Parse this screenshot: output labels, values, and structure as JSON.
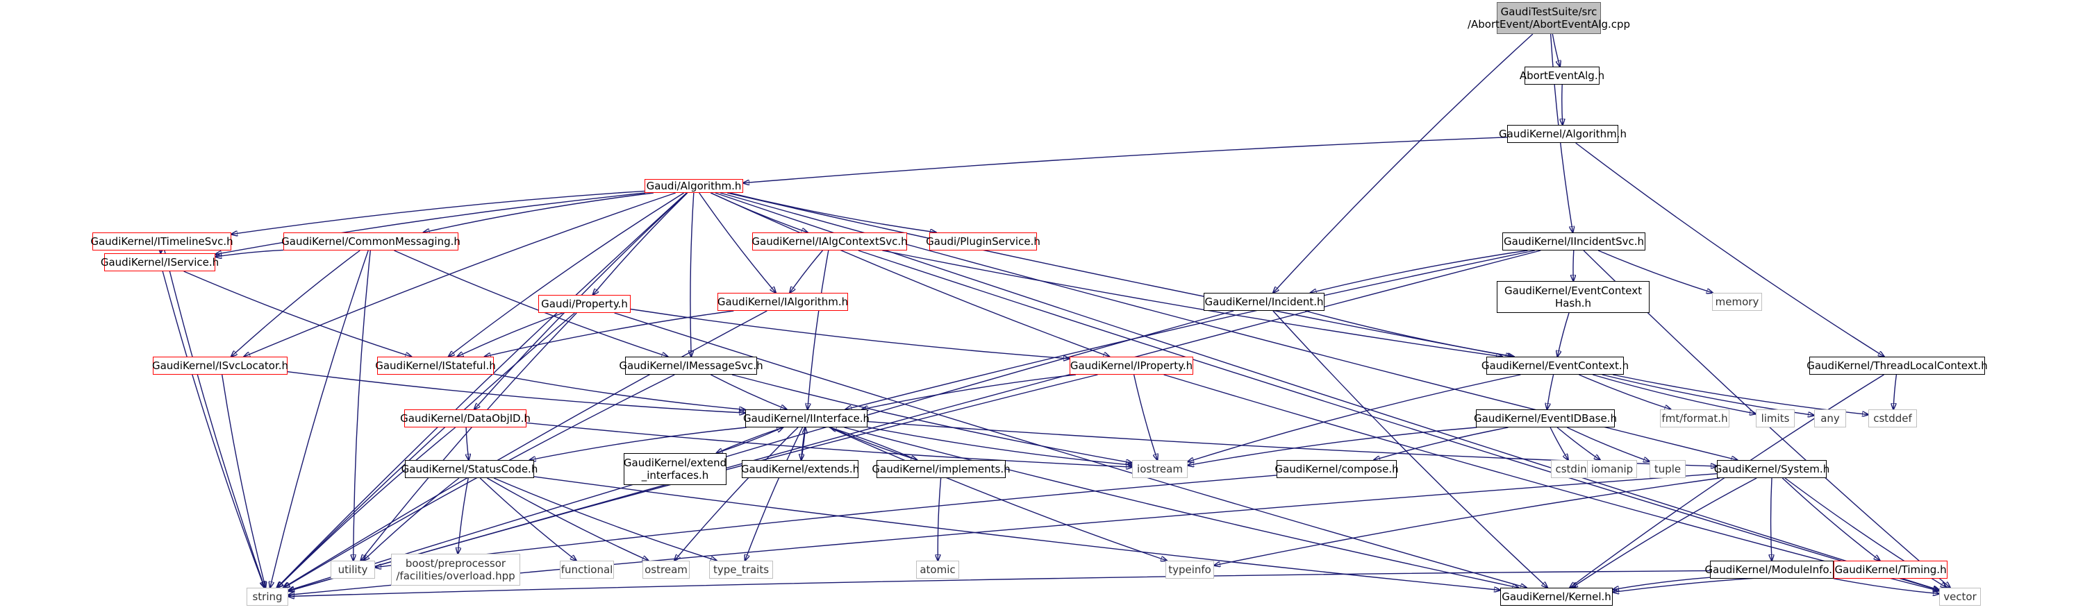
{
  "diagram": {
    "colors": {
      "edge": "#191970",
      "normal_border": "#000000",
      "incomplete_border": "#ff0000",
      "external_border": "#bfbfbf",
      "root_fill": "#bfbfbf"
    },
    "nodes": [
      {
        "id": "root",
        "label": "GaudiTestSuite/src\n/AbortEvent/AbortEventAlg.cpp",
        "style": "root"
      },
      {
        "id": "abortalg",
        "label": "AbortEventAlg.h",
        "style": "normal"
      },
      {
        "id": "gk_alg",
        "label": "GaudiKernel/Algorithm.h",
        "style": "normal"
      },
      {
        "id": "g_alg",
        "label": "Gaudi/Algorithm.h",
        "style": "red"
      },
      {
        "id": "timeline",
        "label": "GaudiKernel/ITimelineSvc.h",
        "style": "red"
      },
      {
        "id": "commsg",
        "label": "GaudiKernel/CommonMessaging.h",
        "style": "red"
      },
      {
        "id": "ialgctx",
        "label": "GaudiKernel/IAlgContextSvc.h",
        "style": "red"
      },
      {
        "id": "plugin",
        "label": "Gaudi/PluginService.h",
        "style": "red"
      },
      {
        "id": "iincsvc",
        "label": "GaudiKernel/IIncidentSvc.h",
        "style": "normal"
      },
      {
        "id": "iservice",
        "label": "GaudiKernel/IService.h",
        "style": "red"
      },
      {
        "id": "property",
        "label": "Gaudi/Property.h",
        "style": "red"
      },
      {
        "id": "ialgorithm",
        "label": "GaudiKernel/IAlgorithm.h",
        "style": "red"
      },
      {
        "id": "incident",
        "label": "GaudiKernel/Incident.h",
        "style": "normal"
      },
      {
        "id": "evctxhash",
        "label": "GaudiKernel/EventContext\nHash.h",
        "style": "normal"
      },
      {
        "id": "memory",
        "label": "memory",
        "style": "grey"
      },
      {
        "id": "isvcloc",
        "label": "GaudiKernel/ISvcLocator.h",
        "style": "red"
      },
      {
        "id": "istateful",
        "label": "GaudiKernel/IStateful.h",
        "style": "red"
      },
      {
        "id": "imsgsvc",
        "label": "GaudiKernel/IMessageSvc.h",
        "style": "normal"
      },
      {
        "id": "iproperty",
        "label": "GaudiKernel/IProperty.h",
        "style": "red"
      },
      {
        "id": "evctx",
        "label": "GaudiKernel/EventContext.h",
        "style": "normal"
      },
      {
        "id": "tlc",
        "label": "GaudiKernel/ThreadLocalContext.h",
        "style": "normal"
      },
      {
        "id": "dataobjid",
        "label": "GaudiKernel/DataObjID.h",
        "style": "red"
      },
      {
        "id": "iinterface",
        "label": "GaudiKernel/IInterface.h",
        "style": "normal"
      },
      {
        "id": "fmt",
        "label": "fmt/format.h",
        "style": "grey"
      },
      {
        "id": "limits",
        "label": "limits",
        "style": "grey"
      },
      {
        "id": "any",
        "label": "any",
        "style": "grey"
      },
      {
        "id": "cstddef",
        "label": "cstddef",
        "style": "grey"
      },
      {
        "id": "evidbase",
        "label": "GaudiKernel/EventIDBase.h",
        "style": "normal"
      },
      {
        "id": "extendif",
        "label": "GaudiKernel/extend\n_interfaces.h",
        "style": "normal"
      },
      {
        "id": "extends",
        "label": "GaudiKernel/extends.h",
        "style": "normal"
      },
      {
        "id": "implements",
        "label": "GaudiKernel/implements.h",
        "style": "normal"
      },
      {
        "id": "iostream",
        "label": "iostream",
        "style": "grey"
      },
      {
        "id": "statuscode",
        "label": "GaudiKernel/StatusCode.h",
        "style": "normal"
      },
      {
        "id": "compose",
        "label": "GaudiKernel/compose.h",
        "style": "normal"
      },
      {
        "id": "cstdint",
        "label": "cstdint",
        "style": "grey"
      },
      {
        "id": "iomanip",
        "label": "iomanip",
        "style": "grey"
      },
      {
        "id": "tuple",
        "label": "tuple",
        "style": "grey"
      },
      {
        "id": "system",
        "label": "GaudiKernel/System.h",
        "style": "normal"
      },
      {
        "id": "utility",
        "label": "utility",
        "style": "grey"
      },
      {
        "id": "boostpp",
        "label": "boost/preprocessor\n/facilities/overload.hpp",
        "style": "grey"
      },
      {
        "id": "functional",
        "label": "functional",
        "style": "grey"
      },
      {
        "id": "ostream",
        "label": "ostream",
        "style": "grey"
      },
      {
        "id": "typetraits",
        "label": "type_traits",
        "style": "grey"
      },
      {
        "id": "atomic",
        "label": "atomic",
        "style": "grey"
      },
      {
        "id": "typeinfo",
        "label": "typeinfo",
        "style": "grey"
      },
      {
        "id": "moduleinfo",
        "label": "GaudiKernel/ModuleInfo.h",
        "style": "normal"
      },
      {
        "id": "timing",
        "label": "GaudiKernel/Timing.h",
        "style": "red"
      },
      {
        "id": "string",
        "label": "string",
        "style": "grey"
      },
      {
        "id": "kernel",
        "label": "GaudiKernel/Kernel.h",
        "style": "normal"
      },
      {
        "id": "vector",
        "label": "vector",
        "style": "grey"
      }
    ],
    "edges": [
      [
        "root",
        "abortalg"
      ],
      [
        "root",
        "iincsvc"
      ],
      [
        "root",
        "incident"
      ],
      [
        "abortalg",
        "gk_alg"
      ],
      [
        "gk_alg",
        "g_alg"
      ],
      [
        "gk_alg",
        "tlc"
      ],
      [
        "g_alg",
        "timeline"
      ],
      [
        "g_alg",
        "commsg"
      ],
      [
        "g_alg",
        "ialgctx"
      ],
      [
        "g_alg",
        "plugin"
      ],
      [
        "g_alg",
        "iservice"
      ],
      [
        "g_alg",
        "property"
      ],
      [
        "g_alg",
        "ialgorithm"
      ],
      [
        "g_alg",
        "isvcloc"
      ],
      [
        "g_alg",
        "istateful"
      ],
      [
        "g_alg",
        "imsgsvc"
      ],
      [
        "g_alg",
        "iproperty"
      ],
      [
        "g_alg",
        "dataobjid"
      ],
      [
        "g_alg",
        "evctx"
      ],
      [
        "g_alg",
        "system"
      ],
      [
        "g_alg",
        "string"
      ],
      [
        "g_alg",
        "vector"
      ],
      [
        "timeline",
        "iservice"
      ],
      [
        "timeline",
        "string"
      ],
      [
        "commsg",
        "iservice"
      ],
      [
        "commsg",
        "isvcloc"
      ],
      [
        "commsg",
        "imsgsvc"
      ],
      [
        "commsg",
        "utility"
      ],
      [
        "commsg",
        "string"
      ],
      [
        "ialgctx",
        "ialgorithm"
      ],
      [
        "ialgctx",
        "iinterface"
      ],
      [
        "ialgctx",
        "evctx"
      ],
      [
        "ialgctx",
        "vector"
      ],
      [
        "iincsvc",
        "incident"
      ],
      [
        "iincsvc",
        "evctxhash"
      ],
      [
        "iincsvc",
        "memory"
      ],
      [
        "iincsvc",
        "iinterface"
      ],
      [
        "iincsvc",
        "string"
      ],
      [
        "iincsvc",
        "vector"
      ],
      [
        "iservice",
        "istateful"
      ],
      [
        "iservice",
        "string"
      ],
      [
        "property",
        "istateful"
      ],
      [
        "property",
        "iproperty"
      ],
      [
        "property",
        "utility"
      ],
      [
        "property",
        "string"
      ],
      [
        "property",
        "kernel"
      ],
      [
        "ialgorithm",
        "istateful"
      ],
      [
        "ialgorithm",
        "string"
      ],
      [
        "incident",
        "evctx"
      ],
      [
        "incident",
        "string"
      ],
      [
        "incident",
        "kernel"
      ],
      [
        "evctxhash",
        "evctx"
      ],
      [
        "isvcloc",
        "iinterface"
      ],
      [
        "isvcloc",
        "string"
      ],
      [
        "istateful",
        "iinterface"
      ],
      [
        "imsgsvc",
        "iinterface"
      ],
      [
        "imsgsvc",
        "iostream"
      ],
      [
        "imsgsvc",
        "string"
      ],
      [
        "iproperty",
        "iinterface"
      ],
      [
        "iproperty",
        "iostream"
      ],
      [
        "iproperty",
        "string"
      ],
      [
        "iproperty",
        "vector"
      ],
      [
        "evctx",
        "evidbase"
      ],
      [
        "evctx",
        "fmt"
      ],
      [
        "evctx",
        "limits"
      ],
      [
        "evctx",
        "any"
      ],
      [
        "evctx",
        "cstddef"
      ],
      [
        "evctx",
        "iostream"
      ],
      [
        "tlc",
        "cstddef"
      ],
      [
        "tlc",
        "kernel"
      ],
      [
        "dataobjid",
        "statuscode"
      ],
      [
        "dataobjid",
        "iostream"
      ],
      [
        "dataobjid",
        "string"
      ],
      [
        "iinterface",
        "extendif"
      ],
      [
        "iinterface",
        "extends"
      ],
      [
        "iinterface",
        "implements"
      ],
      [
        "iinterface",
        "statuscode"
      ],
      [
        "iinterface",
        "system"
      ],
      [
        "iinterface",
        "iostream"
      ],
      [
        "iinterface",
        "ostream"
      ],
      [
        "iinterface",
        "typetraits"
      ],
      [
        "iinterface",
        "typeinfo"
      ],
      [
        "iinterface",
        "kernel"
      ],
      [
        "extendif",
        "iinterface"
      ],
      [
        "extends",
        "iinterface"
      ],
      [
        "implements",
        "iinterface"
      ],
      [
        "implements",
        "atomic"
      ],
      [
        "evidbase",
        "compose"
      ],
      [
        "evidbase",
        "cstdint"
      ],
      [
        "evidbase",
        "iomanip"
      ],
      [
        "evidbase",
        "tuple"
      ],
      [
        "evidbase",
        "iostream"
      ],
      [
        "statuscode",
        "utility"
      ],
      [
        "statuscode",
        "boostpp"
      ],
      [
        "statuscode",
        "functional"
      ],
      [
        "statuscode",
        "ostream"
      ],
      [
        "statuscode",
        "typetraits"
      ],
      [
        "statuscode",
        "kernel"
      ],
      [
        "compose",
        "utility"
      ],
      [
        "system",
        "moduleinfo"
      ],
      [
        "system",
        "timing"
      ],
      [
        "system",
        "typeinfo"
      ],
      [
        "system",
        "string"
      ],
      [
        "system",
        "vector"
      ],
      [
        "system",
        "kernel"
      ],
      [
        "moduleinfo",
        "string"
      ],
      [
        "moduleinfo",
        "vector"
      ],
      [
        "moduleinfo",
        "kernel"
      ],
      [
        "timing",
        "kernel"
      ]
    ]
  }
}
